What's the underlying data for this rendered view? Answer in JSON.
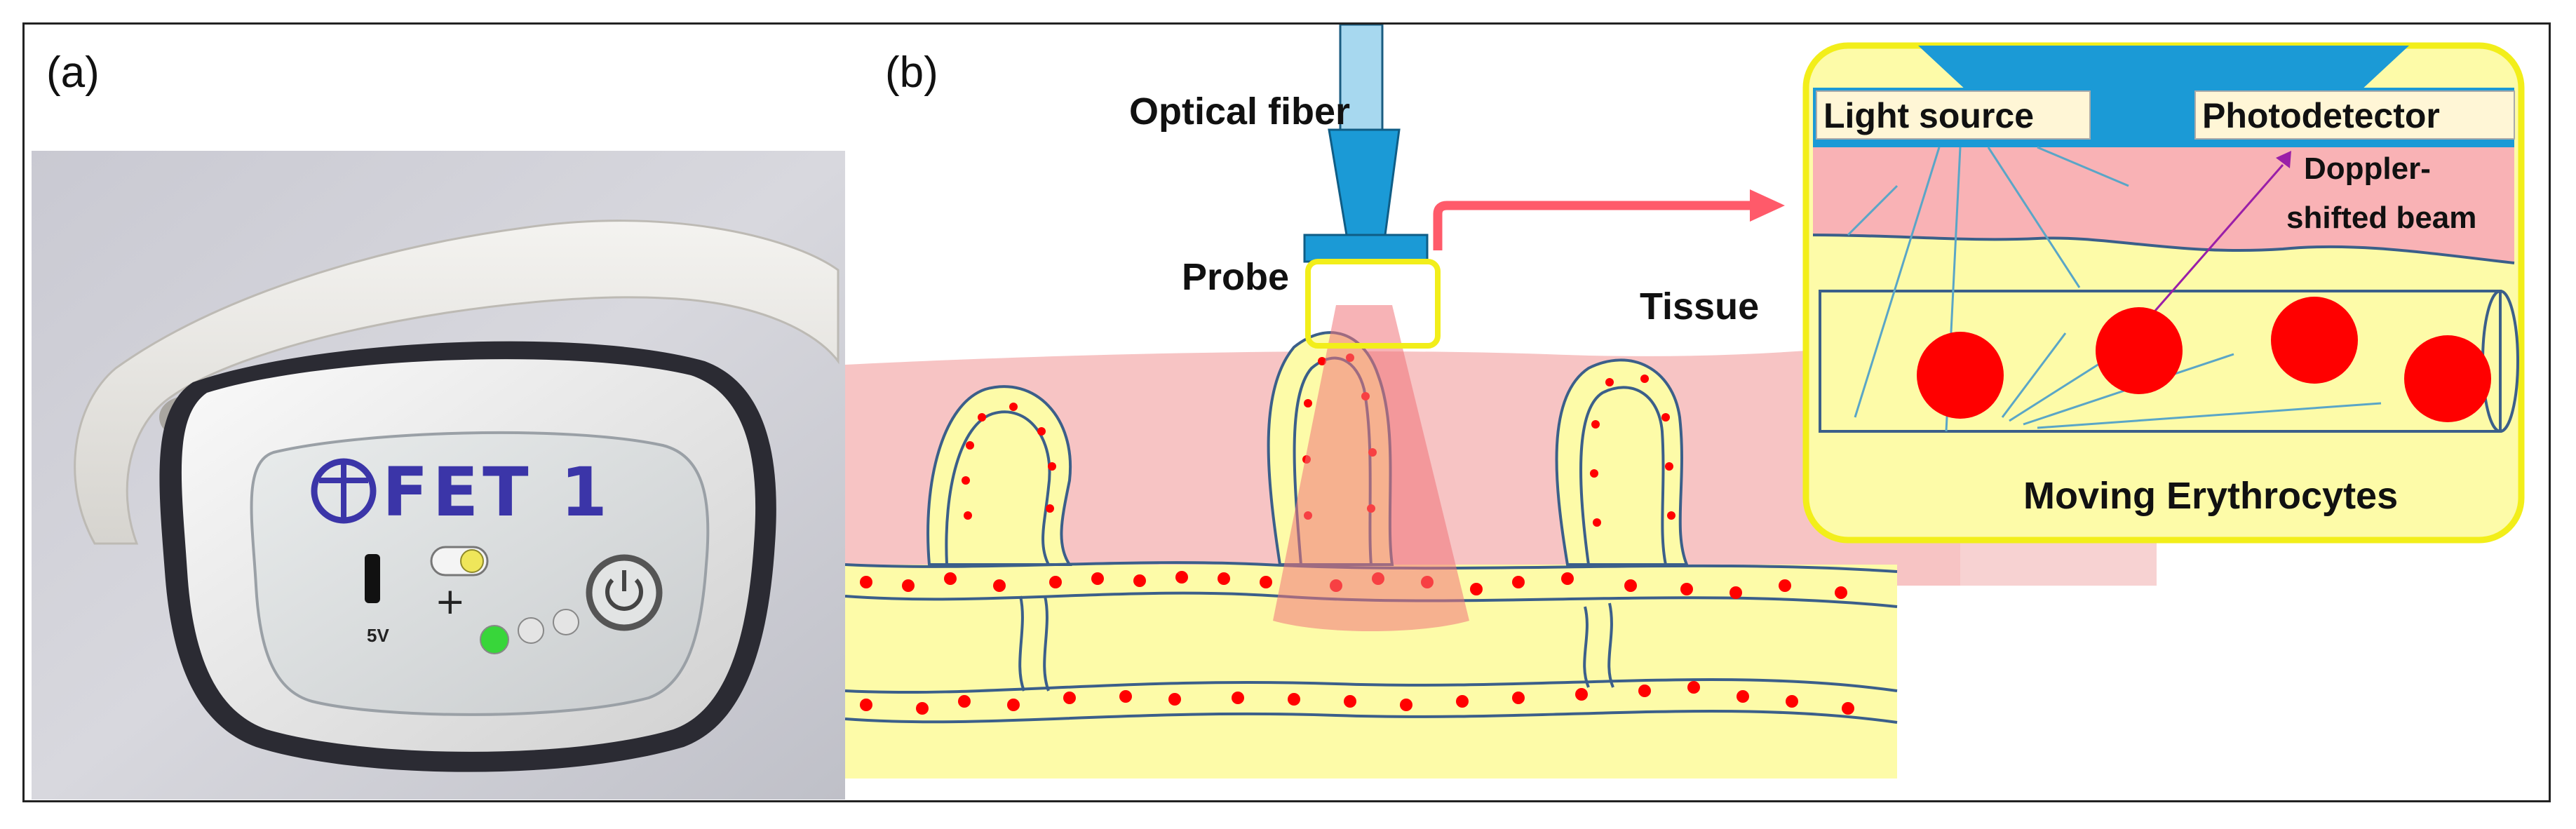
{
  "panels": {
    "a": {
      "label": "(a)"
    },
    "b": {
      "label": "(b)"
    }
  },
  "device": {
    "brand": "FET 1",
    "port_label": "5V",
    "power_icon": "power-icon",
    "colors": {
      "led_green": "#38d63a",
      "led_off": "#d9d9d9",
      "toggle_yellow": "#efe65a",
      "logo": "#3b35a8"
    }
  },
  "diagram": {
    "optical_fiber": "Optical fiber",
    "probe": "Probe",
    "tissue": "Tissue",
    "inset": {
      "light_source": "Light source",
      "photodetector": "Photodetector",
      "doppler_line1": "Doppler-",
      "doppler_line2": "shifted beam",
      "moving_erythrocytes": "Moving Erythrocytes"
    },
    "colors": {
      "tissue_pink": "#f7c4c4",
      "vessel_yellow": "#fdfba8",
      "vessel_outline": "#3b5f8a",
      "erythrocyte_red": "#ff0000",
      "probe_blue": "#1b9ad6",
      "highlight_yellow": "#f2ee1a",
      "arrow_red": "#ff5a6a"
    }
  }
}
